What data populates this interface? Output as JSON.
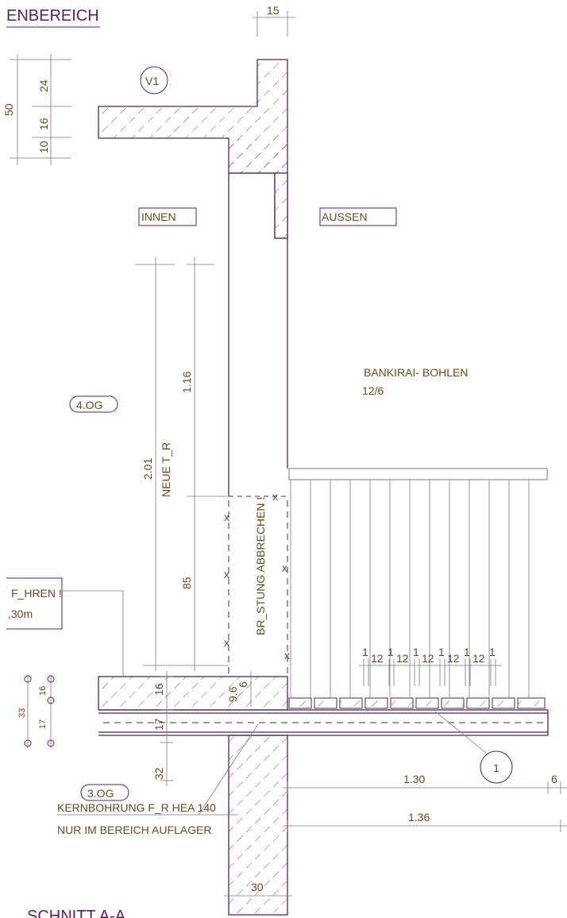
{
  "title_partial": "ENBEREICH",
  "section_title": "SCHNITT A-A",
  "labels": {
    "innen": "INNEN",
    "aussen": "AUSSEN",
    "v1": "V1",
    "og4": "4.OG",
    "og3": "3.OG",
    "bankirai": "BANKIRAI- BOHLEN",
    "bankirai_size": "12/6",
    "neue_tuer": "NEUE T_R",
    "bruestung": "BR_STUNG ABBRECHEN !",
    "fuehren": "F_HREN !",
    "fuehren_val": ",30m",
    "kernbohrung": "KERNBOHRUNG F_R HEA 140",
    "nur_auflager": "NUR IM BEREICH AUFLAGER",
    "callout_1": "1"
  },
  "dimensions": {
    "top_15": "15",
    "left_50": "50",
    "left_24": "24",
    "left_16": "16",
    "left_10": "10",
    "door_116": "1.16",
    "door_201": "2.01",
    "door_85": "85",
    "slab_16": "16",
    "slab_17": "17",
    "slab_96": "9.6",
    "slab_6": "6",
    "below_32": "32",
    "detail_33": "33",
    "detail_16": "16",
    "detail_17": "17",
    "horiz_130": "1.30",
    "horiz_6": "6",
    "horiz_136": "1.36",
    "wall_30": "30",
    "plank_gaps": [
      "1",
      "1",
      "1",
      "1",
      "1",
      "1"
    ],
    "plank_widths": [
      "12",
      "12",
      "12",
      "12",
      "12"
    ]
  }
}
